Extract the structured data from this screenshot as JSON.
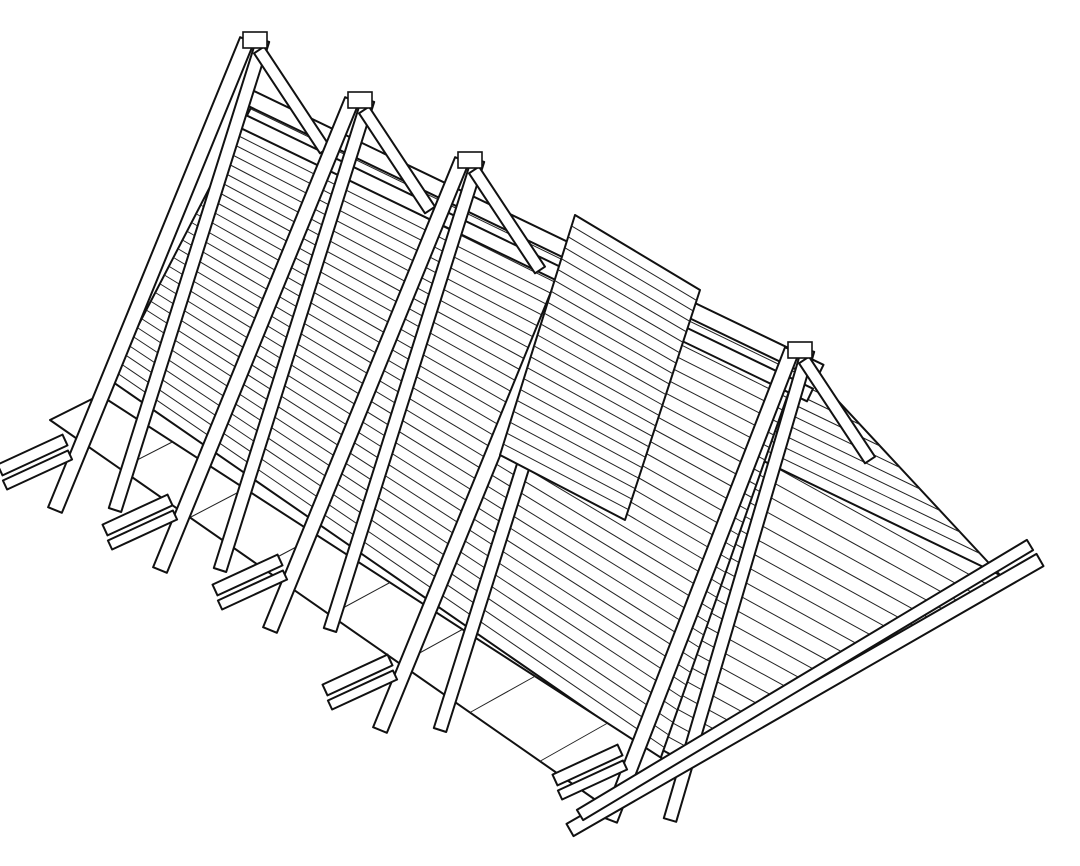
{
  "drawing": {
    "subject": "a-frame-timber-structure",
    "colors": {
      "line": "#111111",
      "fill": "#ffffff",
      "background": "#ffffff"
    },
    "frame_count": 5,
    "boards_per_panel": 16,
    "board_sheet_count": 1
  }
}
